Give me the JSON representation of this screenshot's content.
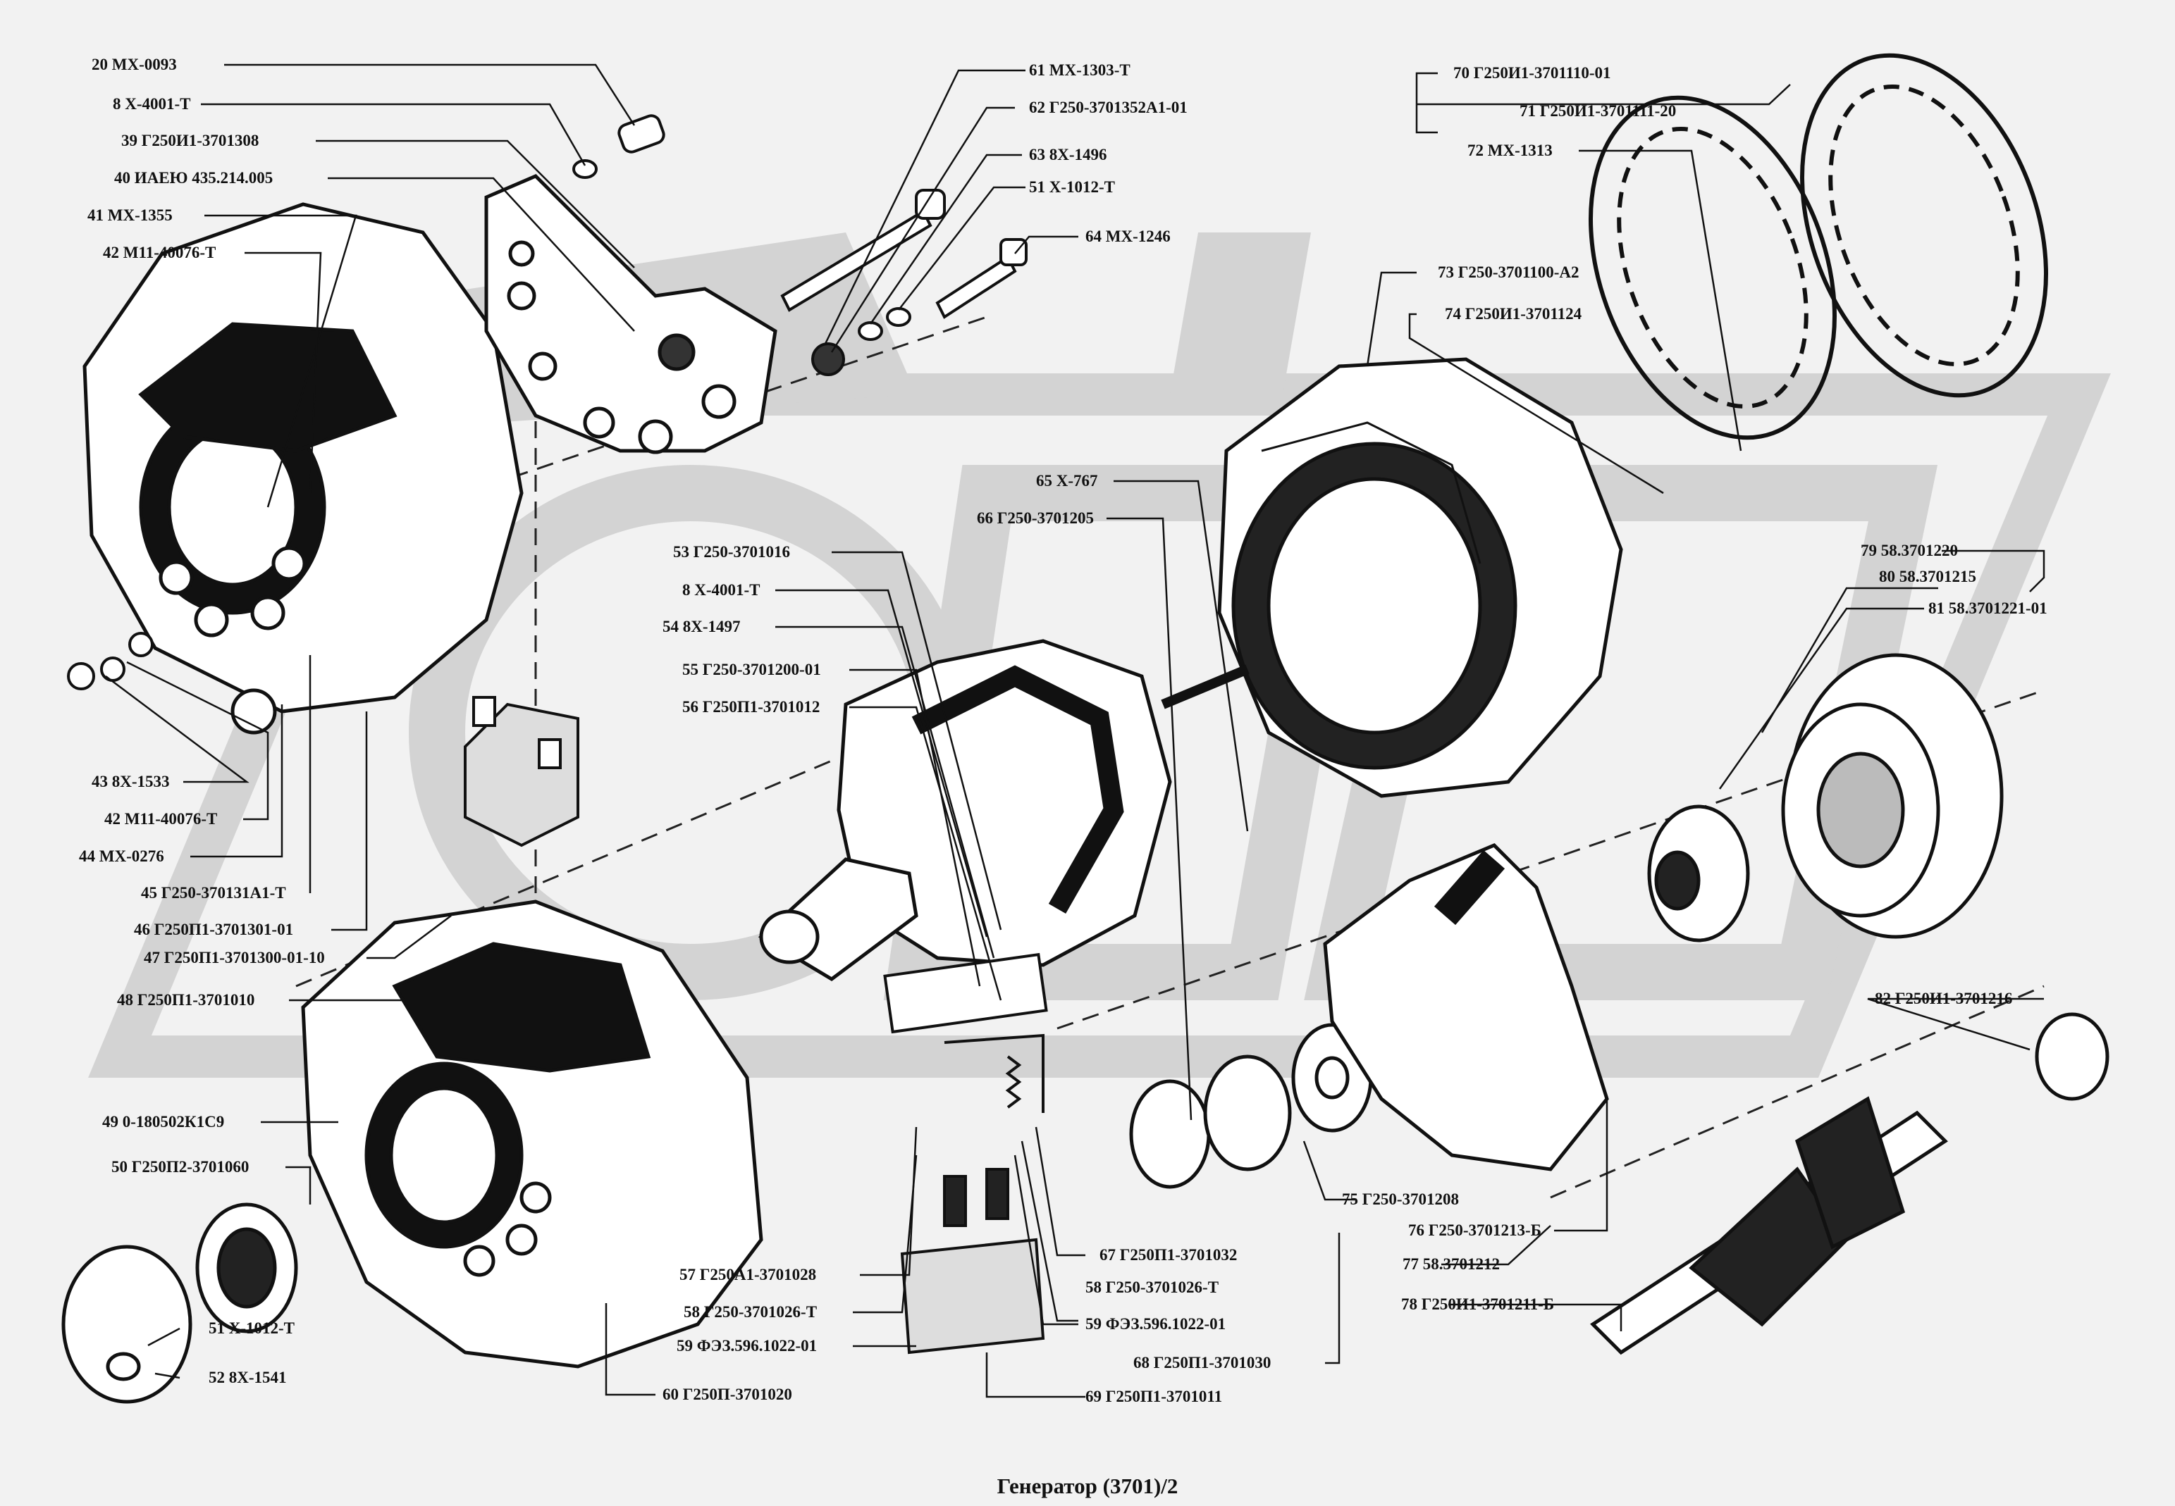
{
  "caption": "Генератор (3701)/2",
  "callouts": [
    {
      "id": "c20",
      "text": "20  МХ-0093"
    },
    {
      "id": "c8a",
      "text": "8  Х-4001-Т"
    },
    {
      "id": "c39",
      "text": "39  Г250И1-3701308"
    },
    {
      "id": "c40",
      "text": "40  ИАЕЮ 435.214.005"
    },
    {
      "id": "c41",
      "text": "41  МХ-1355"
    },
    {
      "id": "c42a",
      "text": "42  М11-40076-Т"
    },
    {
      "id": "c43",
      "text": "43  8Х-1533"
    },
    {
      "id": "c42b",
      "text": "42  М11-40076-Т"
    },
    {
      "id": "c44",
      "text": "44  МХ-0276"
    },
    {
      "id": "c45",
      "text": "45  Г250-370131А1-Т"
    },
    {
      "id": "c46",
      "text": "46  Г250П1-3701301-01"
    },
    {
      "id": "c47",
      "text": "47  Г250П1-3701300-01-10"
    },
    {
      "id": "c48",
      "text": "48  Г250П1-3701010"
    },
    {
      "id": "c49",
      "text": "49  0-180502К1С9"
    },
    {
      "id": "c50",
      "text": "50  Г250П2-3701060"
    },
    {
      "id": "c51b",
      "text": "51  Х-1012-Т"
    },
    {
      "id": "c52",
      "text": "52  8Х-1541"
    },
    {
      "id": "c61",
      "text": "61  МХ-1303-Т"
    },
    {
      "id": "c62",
      "text": "62  Г250-3701352А1-01"
    },
    {
      "id": "c63",
      "text": "63  8Х-1496"
    },
    {
      "id": "c51a",
      "text": "51  Х-1012-Т"
    },
    {
      "id": "c64",
      "text": "64  МХ-1246"
    },
    {
      "id": "c70",
      "text": "70  Г250И1-3701110-01"
    },
    {
      "id": "c71",
      "text": "71  Г250И1-3701111-20"
    },
    {
      "id": "c72",
      "text": "72  МХ-1313"
    },
    {
      "id": "c73",
      "text": "73  Г250-3701100-А2"
    },
    {
      "id": "c74",
      "text": "74  Г250И1-3701124"
    },
    {
      "id": "c65",
      "text": "65  Х-767"
    },
    {
      "id": "c66",
      "text": "66  Г250-3701205"
    },
    {
      "id": "c53",
      "text": "53  Г250-3701016"
    },
    {
      "id": "c8b",
      "text": "8  Х-4001-Т"
    },
    {
      "id": "c54",
      "text": "54  8Х-1497"
    },
    {
      "id": "c55",
      "text": "55  Г250-3701200-01"
    },
    {
      "id": "c56",
      "text": "56  Г250П1-3701012"
    },
    {
      "id": "c79",
      "text": "79  58.3701220"
    },
    {
      "id": "c80",
      "text": "80  58.3701215"
    },
    {
      "id": "c81",
      "text": "81  58.3701221-01"
    },
    {
      "id": "c82",
      "text": "82  Г250И1-3701216"
    },
    {
      "id": "c57",
      "text": "57  Г250А1-3701028"
    },
    {
      "id": "c58a",
      "text": "58  Г250-3701026-Т"
    },
    {
      "id": "c59a",
      "text": "59  ФЭЗ.596.1022-01"
    },
    {
      "id": "c60",
      "text": "60  Г250П-3701020"
    },
    {
      "id": "c67",
      "text": "67  Г250П1-3701032"
    },
    {
      "id": "c58b",
      "text": "58  Г250-3701026-Т"
    },
    {
      "id": "c59b",
      "text": "59  ФЭЗ.596.1022-01"
    },
    {
      "id": "c68",
      "text": "68  Г250П1-3701030"
    },
    {
      "id": "c69",
      "text": "69  Г250П1-3701011"
    },
    {
      "id": "c75",
      "text": "75  Г250-3701208"
    },
    {
      "id": "c76",
      "text": "76  Г250-3701213-Б"
    },
    {
      "id": "c77",
      "text": "77  58.3701212"
    },
    {
      "id": "c78",
      "text": "78  Г250И1-3701211-Б"
    }
  ]
}
